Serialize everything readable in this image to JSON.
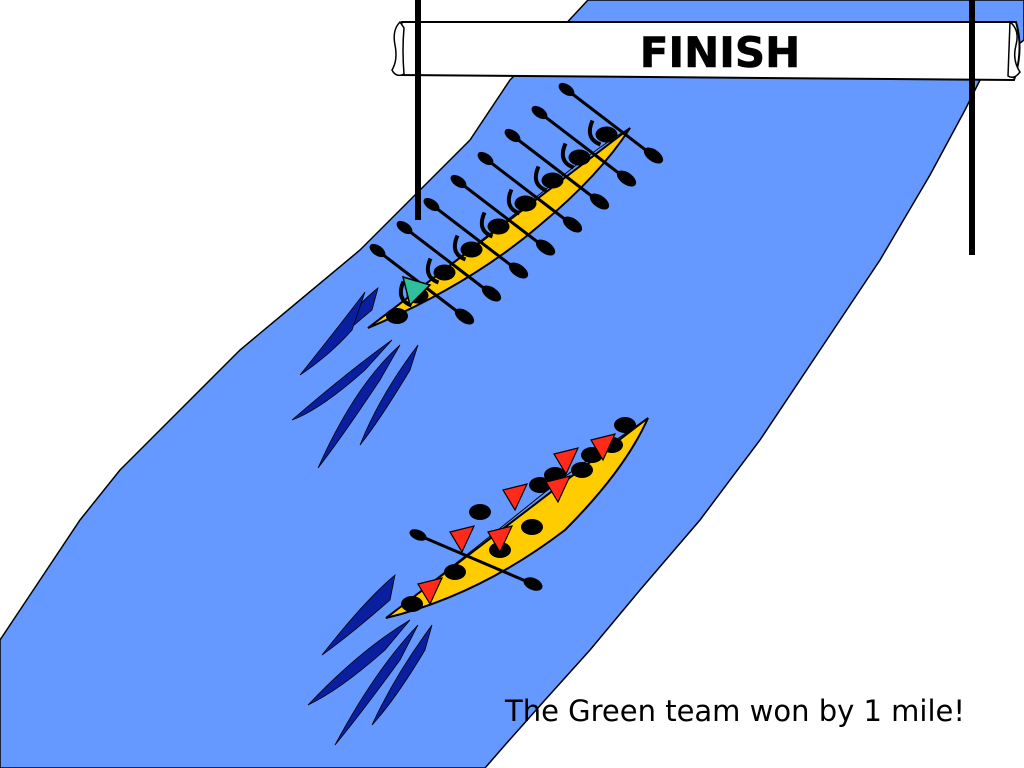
{
  "banner": {
    "label": "FINISH"
  },
  "caption": "The Green team won by 1 mile!",
  "teams": [
    {
      "name": "green-team",
      "rowers": 8,
      "paddles_per_side": 8,
      "coxswain_color": "#2fbf9a"
    },
    {
      "name": "red-team",
      "rowers": 8,
      "paddles_per_side": 1,
      "flag_color": "#ff2a1a"
    }
  ],
  "colors": {
    "river": "#6699ff",
    "boat": "#ffcc00",
    "wake": "#0a1fa0",
    "outline": "#000000",
    "banner_bg": "#ffffff"
  }
}
